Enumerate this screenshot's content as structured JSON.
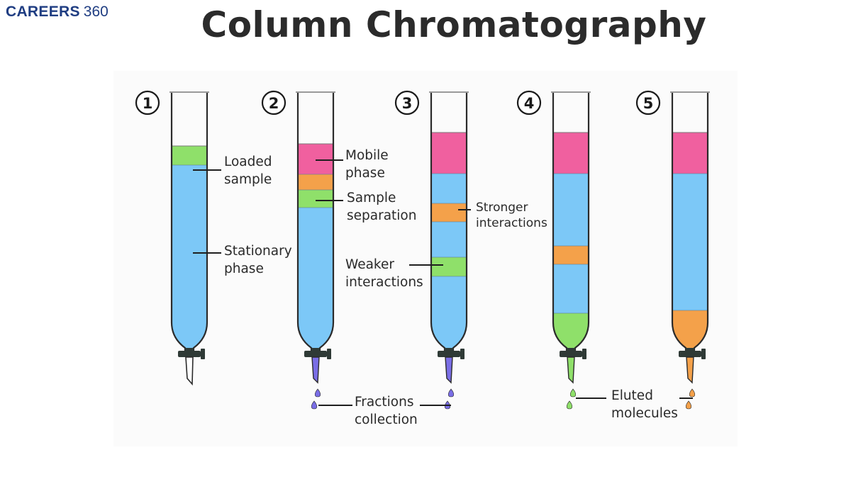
{
  "logo": {
    "brand": "CAREERS",
    "number": "360"
  },
  "title": "Column Chromatography",
  "steps": [
    "1",
    "2",
    "3",
    "4",
    "5"
  ],
  "labels": {
    "loaded_sample": [
      "Loaded",
      "sample"
    ],
    "stationary_phase": [
      "Stationary",
      "phase"
    ],
    "mobile_phase": [
      "Mobile",
      "phase"
    ],
    "sample_separation": [
      "Sample",
      "separation"
    ],
    "weaker_interactions": [
      "Weaker",
      "interactions"
    ],
    "stronger_interactions": [
      "Stronger",
      "interactions"
    ],
    "fractions_collection": [
      "Fractions",
      "collection"
    ],
    "eluted_molecules": [
      "Eluted",
      "molecules"
    ]
  },
  "colors": {
    "stationary": "#7cc8f7",
    "mobile": "#f0609f",
    "sample_green": "#8fe06a",
    "sample_orange": "#f4a14a",
    "drop_purple": "#7a6ee6",
    "stopcock": "#2f3a36",
    "outline": "#2b2b2b"
  }
}
